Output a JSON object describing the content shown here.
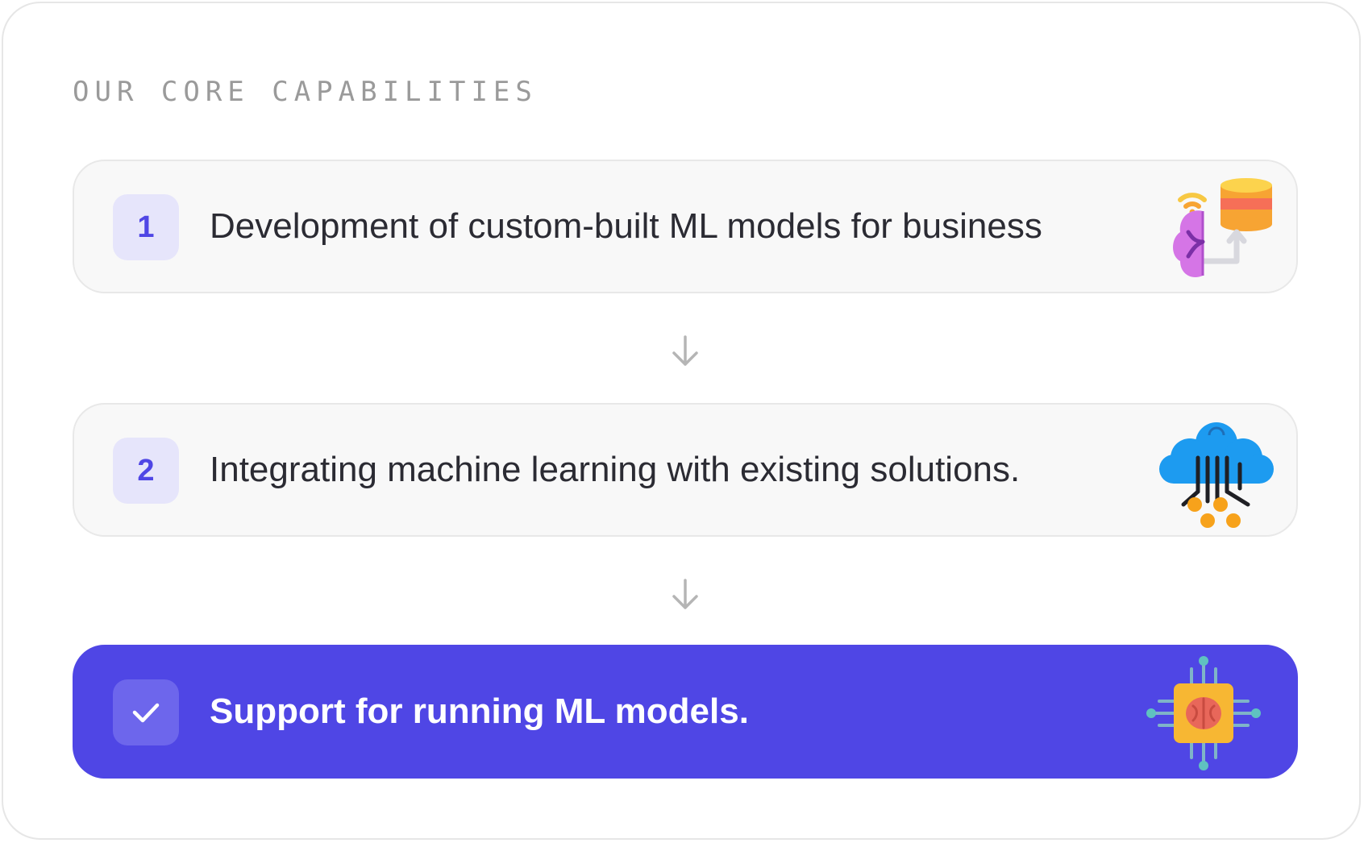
{
  "section": {
    "eyebrow": "OUR CORE CAPABILITIES"
  },
  "steps": [
    {
      "badge": "1",
      "label": "Development of custom-built ML models for business",
      "state": "default",
      "icon": "brain-database-icon"
    },
    {
      "badge": "2",
      "label": "Integrating machine learning with existing solutions.",
      "state": "default",
      "icon": "cloud-network-icon"
    },
    {
      "badge": "check",
      "label": "Support for running ML models.",
      "state": "completed",
      "icon": "ai-chip-brain-icon"
    }
  ],
  "colors": {
    "accent": "#4f46e5",
    "badge_bg": "#e6e5fb",
    "card_bg": "#f8f8f8",
    "muted_text": "#9a9a9a",
    "body_text": "#2b2b33"
  }
}
